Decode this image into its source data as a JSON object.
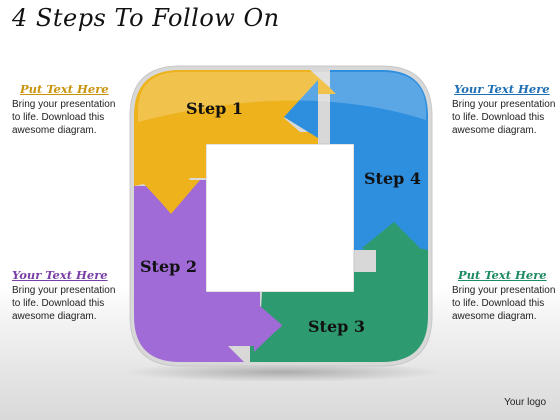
{
  "title": "4 Steps To Follow On",
  "colors": {
    "step1": "#EDB21C",
    "step2": "#A06BD6",
    "step3": "#2E9A70",
    "step4": "#2E8FDF",
    "tl_heading": "#C9930E",
    "tr_heading": "#1F6FB5",
    "bl_heading": "#7A3FA8",
    "br_heading": "#1E8A62"
  },
  "notes": {
    "top_left": {
      "heading": "Put Text Here",
      "body": "Bring your presentation to life. Download this awesome diagram."
    },
    "top_right": {
      "heading": "Your Text Here",
      "body": "Bring your presentation to life. Download this awesome diagram."
    },
    "bottom_left": {
      "heading": "Your Text Here",
      "body": "Bring your presentation to life. Download this awesome diagram."
    },
    "bottom_right": {
      "heading": "Put Text Here",
      "body": "Bring your presentation to life. Download this awesome diagram."
    }
  },
  "steps": {
    "step1": "Step 1",
    "step2": "Step 2",
    "step3": "Step 3",
    "step4": "Step 4"
  },
  "footer": {
    "logo": "Your logo"
  }
}
